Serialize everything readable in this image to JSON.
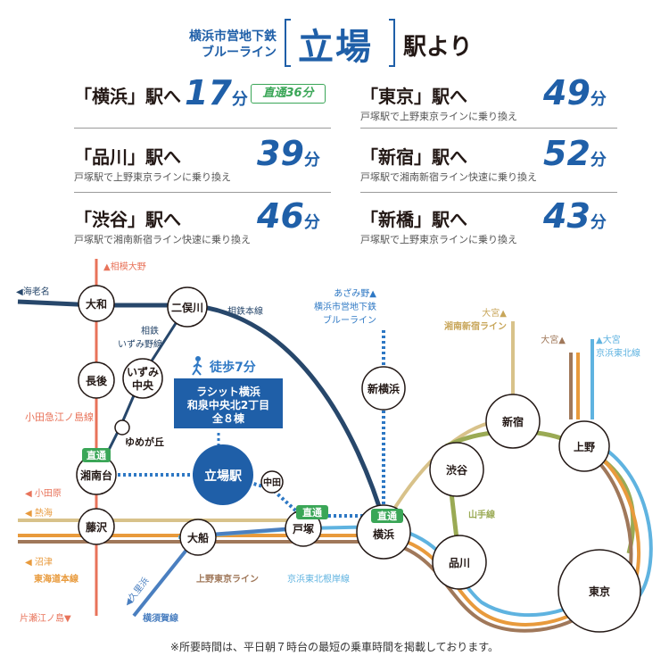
{
  "header": {
    "line_name_1": "横浜市営地下鉄",
    "line_name_2": "ブルーライン",
    "station": "立場",
    "suffix": "駅より"
  },
  "destinations": [
    {
      "name": "「横浜」駅へ",
      "minutes": "17",
      "unit": "分",
      "badge": "直通36分",
      "via": ""
    },
    {
      "name": "「品川」駅へ",
      "minutes": "39",
      "unit": "分",
      "via": "戸塚駅で上野東京ラインに乗り換え"
    },
    {
      "name": "「渋谷」駅へ",
      "minutes": "46",
      "unit": "分",
      "via": "戸塚駅で湘南新宿ライン快速に乗り換え"
    },
    {
      "name": "「東京」駅へ",
      "minutes": "49",
      "unit": "分",
      "via": "戸塚駅で上野東京ラインに乗り換え"
    },
    {
      "name": "「新宿」駅へ",
      "minutes": "52",
      "unit": "分",
      "via": "戸塚駅で湘南新宿ライン快速に乗り換え"
    },
    {
      "name": "「新橋」駅へ",
      "minutes": "43",
      "unit": "分",
      "via": "戸塚駅で上野東京ラインに乗り換え"
    }
  ],
  "map": {
    "stations": {
      "yamato": "大和",
      "futamatagawa": "二俣川",
      "chogo": "長後",
      "izumichuo_1": "いずみ",
      "izumichuo_2": "中央",
      "yumegaoka": "ゆめが丘",
      "shonandai": "湘南台",
      "tateba": "立場駅",
      "nakata": "中田",
      "fujisawa": "藤沢",
      "ofuna": "大船",
      "totsuka": "戸塚",
      "yokohama": "横浜",
      "shinyokohama": "新横浜",
      "shibuya": "渋谷",
      "shinjuku": "新宿",
      "ueno": "上野",
      "shinagawa": "品川",
      "tokyo": "東京"
    },
    "property": {
      "walk": "徒歩7分",
      "line1": "ラシット横浜",
      "line2": "和泉中央北2丁目",
      "line3": "全８棟"
    },
    "badges": {
      "shonandai": "直通",
      "totsuka": "直通",
      "yokohama": "直通"
    },
    "labels": {
      "sagami_ono": "▲相模大野",
      "ebina": "◀海老名",
      "sotetsu_main": "相鉄本線",
      "sotetsu_izumino_1": "相鉄",
      "sotetsu_izumino_2": "いずみ野線",
      "odakyu_enoshima": "小田急江ノ島線",
      "odawara": "◀ 小田原",
      "atami": "◀ 熱海",
      "numazu": "◀ 沼津",
      "tokaido": "東海道本線",
      "katase": "片瀬江ノ島▼",
      "kurihama": "◀久里浜",
      "yokosuka": "横須賀線",
      "ueno_tokyo_line": "上野東京ライン",
      "keihin_negishi": "京浜東北根岸線",
      "azamino_1": "あざみ野▲",
      "azamino_2": "横浜市営地下鉄",
      "azamino_3": "ブルーライン",
      "omiya_shonan_1": "大宮▲",
      "omiya_shonan_2": "湘南新宿ライン",
      "omiya_ueno": "大宮▲",
      "omiya_keihin_1": "▲大宮",
      "omiya_keihin_2": "京浜東北線",
      "yamanote": "山手線"
    },
    "colors": {
      "blue_line": "#1f5fa8",
      "sotetsu": "#27476b",
      "odakyu": "#e8735a",
      "tokaido": "#e89a3c",
      "shonan_shinjuku": "#d8c28a",
      "yamanote": "#9aaa54",
      "keihin_tohoku": "#5fb3e0",
      "ueno_tokyo": "#a0785a",
      "yokosuka": "#4a7fc0",
      "badge": "#3aa657"
    }
  },
  "footnote": "※所要時間は、平日朝７時台の最短の乗車時間を掲載しております。"
}
